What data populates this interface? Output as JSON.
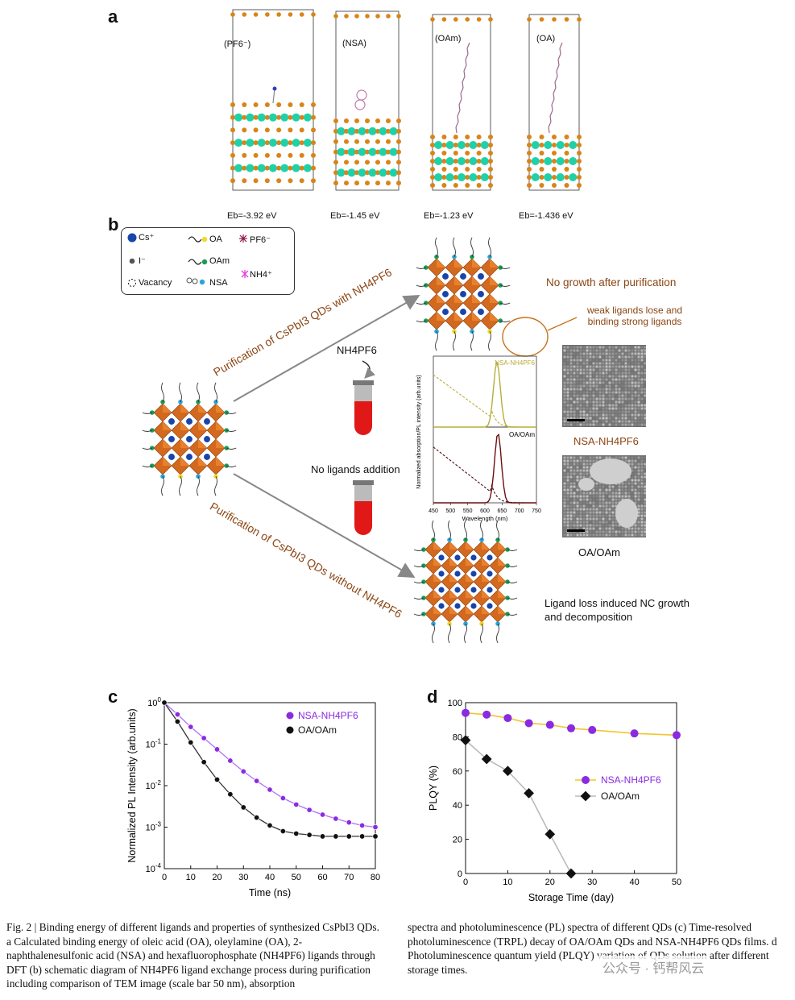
{
  "panels": {
    "a": {
      "letter": "a",
      "structures": [
        {
          "label": "(PF6⁻)",
          "energy": "Eb=-3.92 eV"
        },
        {
          "label": "(NSA)",
          "energy": "Eb=-1.45 eV"
        },
        {
          "label": "(OAm)",
          "energy": "Eb=-1.23 eV"
        },
        {
          "label": "(OA)",
          "energy": "Eb=-1.436 eV"
        }
      ]
    },
    "b": {
      "letter": "b",
      "legend": {
        "cs": "Cs⁺",
        "i": "I⁻",
        "vacancy": "Vacancy",
        "oa": "OA",
        "oam": "OAm",
        "nsa": "NSA",
        "pf6": "PF6⁻",
        "nh4": "NH4⁺"
      },
      "arrow_top_label": "Purification of CsPbI3 QDs with NH4PF6",
      "arrow_bottom_label": "Purification of CsPbI3 QDs without NH4PF6",
      "reagent_label": "NH4PF6",
      "no_ligand_label": "No ligands addition",
      "no_growth_label": "No growth after purification",
      "weak_ligands_label": "weak ligands lose and binding strong ligands",
      "ligand_loss_label": "Ligand loss induced NC growth and decomposition",
      "tem_top_label": "NSA-NH4PF6",
      "tem_bottom_label": "OA/OAm",
      "spectra": {
        "top_label": "NSA-NH4PF6",
        "bottom_label": "OA/OAm",
        "ylabel": "Normalized absorption/PL intensity (arb.units)",
        "xlabel": "Wavelength (nm)",
        "xticks": [
          "450",
          "500",
          "550",
          "600",
          "650",
          "700",
          "750"
        ]
      }
    },
    "c": {
      "letter": "c"
    },
    "d": {
      "letter": "d"
    }
  },
  "chart_data": [
    {
      "id": "c",
      "type": "scatter",
      "title": "",
      "xlabel": "Time (ns)",
      "ylabel": "Normalized PL Intensity (arb.units)",
      "xlim": [
        0,
        80
      ],
      "ylim": [
        0.0001,
        1
      ],
      "yscale": "log",
      "xticks": [
        "0",
        "10",
        "20",
        "30",
        "40",
        "50",
        "60",
        "70",
        "80"
      ],
      "yticks": [
        "10^-4",
        "10^-3",
        "10^-2",
        "10^-1",
        "10^0"
      ],
      "legend_position": "top-right",
      "series": [
        {
          "name": "NSA-NH4PF6",
          "color": "#8a2be2",
          "x": [
            0,
            5,
            10,
            15,
            20,
            25,
            30,
            35,
            40,
            45,
            50,
            55,
            60,
            65,
            70,
            75,
            80
          ],
          "y": [
            1,
            0.52,
            0.26,
            0.14,
            0.075,
            0.04,
            0.022,
            0.013,
            0.008,
            0.005,
            0.0035,
            0.0026,
            0.002,
            0.0016,
            0.0013,
            0.0011,
            0.001
          ]
        },
        {
          "name": "OA/OAm",
          "color": "#111111",
          "x": [
            0,
            5,
            10,
            15,
            20,
            25,
            30,
            35,
            40,
            45,
            50,
            55,
            60,
            65,
            70,
            75,
            80
          ],
          "y": [
            1,
            0.35,
            0.11,
            0.037,
            0.014,
            0.0062,
            0.003,
            0.0017,
            0.0011,
            0.0008,
            0.0007,
            0.00065,
            0.0006,
            0.0006,
            0.0006,
            0.0006,
            0.0006
          ]
        }
      ]
    },
    {
      "id": "d",
      "type": "line",
      "title": "",
      "xlabel": "Storage Time (day)",
      "ylabel": "PLQY (%)",
      "xlim": [
        0,
        50
      ],
      "ylim": [
        0,
        100
      ],
      "xticks": [
        "0",
        "10",
        "20",
        "30",
        "40",
        "50"
      ],
      "yticks": [
        "0",
        "20",
        "40",
        "60",
        "80",
        "100"
      ],
      "legend_position": "center-right",
      "series": [
        {
          "name": "NSA-NH4PF6",
          "color": "#8a2be2",
          "line_color": "#f2c530",
          "x": [
            0,
            5,
            10,
            15,
            20,
            25,
            30,
            40,
            50
          ],
          "y": [
            94,
            93,
            91,
            88,
            87,
            85,
            84,
            82,
            81
          ]
        },
        {
          "name": "OA/OAm",
          "color": "#111111",
          "line_color": "#bbbbbb",
          "x": [
            0,
            5,
            10,
            15,
            20,
            25
          ],
          "y": [
            78,
            67,
            60,
            47,
            23,
            0
          ]
        }
      ]
    }
  ],
  "caption_left": "Fig. 2 | Binding energy of different ligands and properties of synthesized CsPbI3 QDs. a Calculated binding energy of oleic acid (OA), oleylamine (OA), 2-naphthalenesulfonic acid (NSA) and hexafluorophosphate (NH4PF6) ligands through DFT (b) schematic diagram of NH4PF6 ligand exchange process during purification including comparison of TEM image (scale bar 50 nm), absorption",
  "caption_right": "spectra and photoluminescence (PL) spectra of different QDs (c) Time-resolved photoluminescence (TRPL) decay of OA/OAm QDs and NSA-NH4PF6 QDs films. d Photoluminescence quantum yield (PLQY) variation of QDs solution after different storage times.",
  "watermark": "公众号 · 钙帮风云"
}
